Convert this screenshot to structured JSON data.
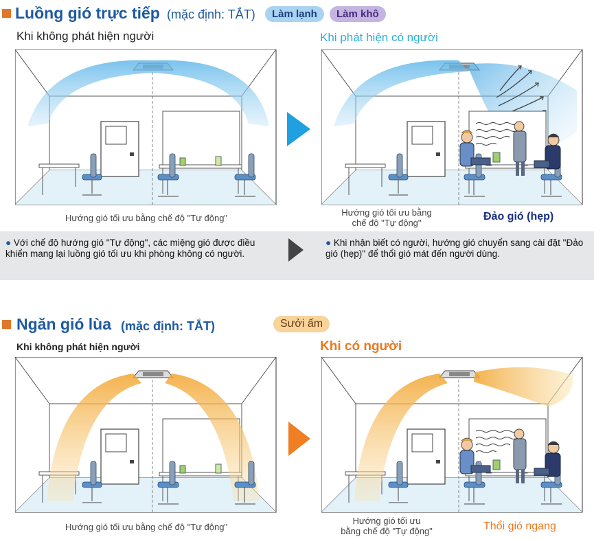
{
  "section1": {
    "title": "Luồng gió trực tiếp",
    "default_note": "(mặc định: TẮT)",
    "badges": [
      "Làm lạnh",
      "Làm khô"
    ],
    "left_heading": "Khi không phát hiện người",
    "right_heading": "Khi phát hiện có người",
    "left_caption": "Hướng gió tối ưu bằng chế độ \"Tự động\"",
    "right_caption_line1": "Hướng gió tối ưu bằng",
    "right_caption_line2": "chế độ \"Tự động\"",
    "right_label": "Đảo gió (hẹp)",
    "info_left": "Với chế độ hướng gió \"Tự động\", các miệng gió được điều khiển mang lại luồng gió tối ưu khi phòng không có người.",
    "info_right": "Khi nhận biết có người, hướng gió chuyển sang cài đặt \"Đảo gió (hẹp)\" để thổi gió mát đến người dùng.",
    "colors": {
      "airflow": "#7cc6ee",
      "arrow": "#1fa0e0"
    }
  },
  "section2": {
    "title": "Ngăn gió lùa",
    "default_note": "(mặc định: TẮT)",
    "badge": "Sưởi ấm",
    "left_heading": "Khi không phát hiện người",
    "right_heading": "Khi có người",
    "left_caption": "Hướng gió tối ưu bằng chế độ \"Tự động\"",
    "right_caption_line1": "Hướng gió tối ưu",
    "right_caption_line2": "bằng chế độ \"Tự động\"",
    "right_label": "Thổi gió ngang",
    "colors": {
      "airflow": "#f5b840",
      "arrow": "#f07e22"
    }
  }
}
